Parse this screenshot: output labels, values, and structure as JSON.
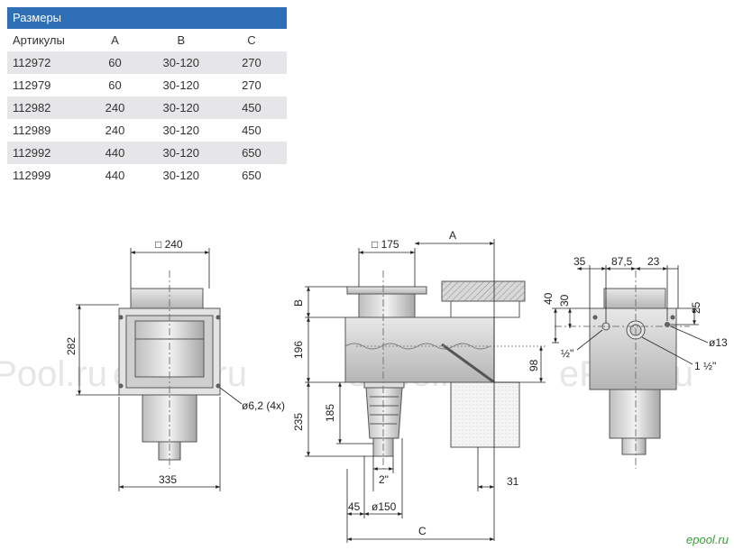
{
  "table": {
    "title": "Размеры",
    "columns": [
      "Артикулы",
      "A",
      "B",
      "C"
    ],
    "rows": [
      [
        "112972",
        "60",
        "30-120",
        "270"
      ],
      [
        "112979",
        "60",
        "30-120",
        "270"
      ],
      [
        "112982",
        "240",
        "30-120",
        "450"
      ],
      [
        "112989",
        "240",
        "30-120",
        "450"
      ],
      [
        "112992",
        "440",
        "30-120",
        "650"
      ],
      [
        "112999",
        "440",
        "30-120",
        "650"
      ]
    ]
  },
  "front_view": {
    "top_width": "□ 240",
    "height": "282",
    "holes": "ø6,2 (4x)",
    "bottom_width": "335"
  },
  "side_view": {
    "top_width": "□ 175",
    "a_label": "A",
    "b_label": "B",
    "h196": "196",
    "h235": "235",
    "h185": "185",
    "h98": "98",
    "pipe": "2\"",
    "d45": "45",
    "d150": "ø150",
    "d31": "31",
    "c_label": "C"
  },
  "rear_view": {
    "d35": "35",
    "d87": "87,5",
    "d23": "23",
    "d40": "40",
    "d30": "30",
    "d25": "25",
    "half": "½\"",
    "d13": "ø13",
    "one_half": "1 ½\""
  },
  "watermark": "ePool.ru",
  "brand": "epool.ru"
}
